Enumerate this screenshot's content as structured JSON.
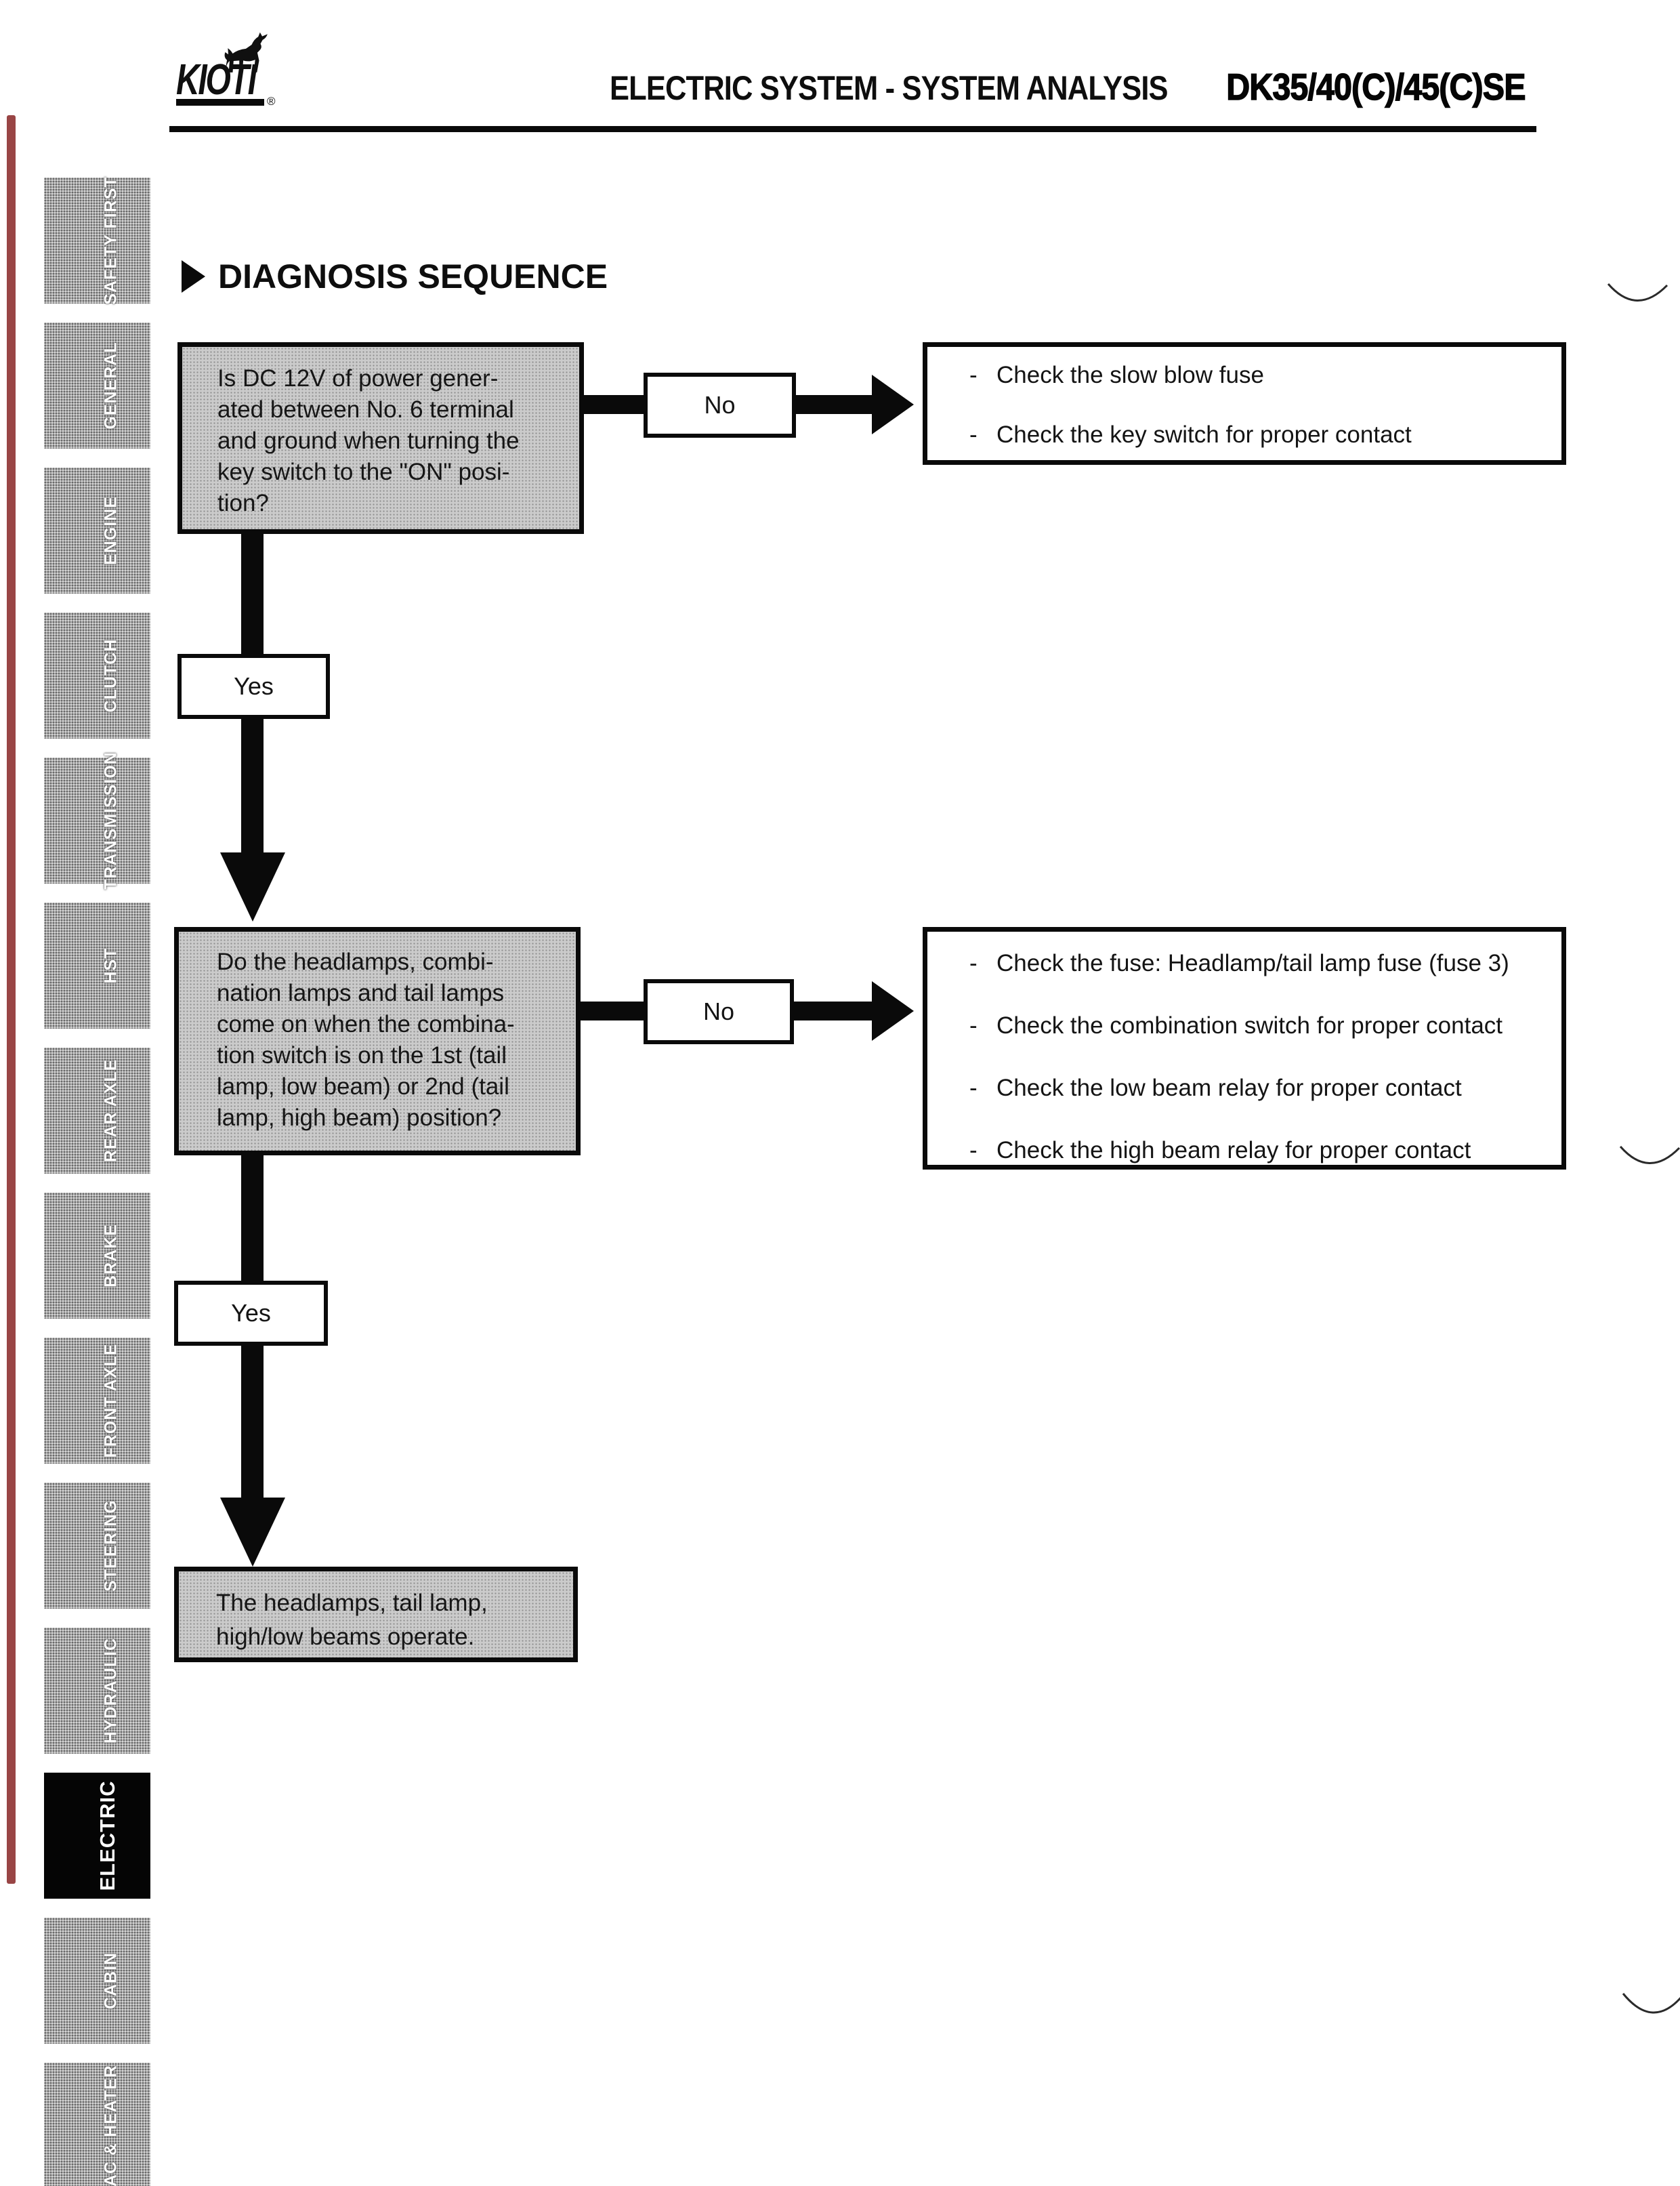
{
  "header": {
    "brand": "KIOTI",
    "brand_reg": "®",
    "section_title": "ELECTRIC SYSTEM - SYSTEM ANALYSIS",
    "model": "DK35/40(C)/45(C)SE"
  },
  "sidebar": {
    "tabs": [
      {
        "label": "SAFETY FIRST",
        "active": false
      },
      {
        "label": "GENERAL",
        "active": false
      },
      {
        "label": "ENGINE",
        "active": false
      },
      {
        "label": "CLUTCH",
        "active": false
      },
      {
        "label": "TRANSMISSION",
        "active": false
      },
      {
        "label": "HST",
        "active": false
      },
      {
        "label": "REAR AXLE",
        "active": false
      },
      {
        "label": "BRAKE",
        "active": false
      },
      {
        "label": "FRONT AXLE",
        "active": false
      },
      {
        "label": "STEERING",
        "active": false
      },
      {
        "label": "HYDRAULIC",
        "active": false
      },
      {
        "label": "ELECTRIC",
        "active": true
      },
      {
        "label": "CABIN",
        "active": false
      },
      {
        "label": "AC & HEATER",
        "active": false
      }
    ]
  },
  "main": {
    "heading": "DIAGNOSIS SEQUENCE",
    "flowchart": {
      "bullet": "-",
      "yes_label": "Yes",
      "no_label": "No",
      "question1": "Is DC 12V of power gener-\nated between No. 6 terminal\nand ground when turning the\nkey switch to the \"ON\" posi-\ntion?",
      "actions1": [
        "Check the slow blow fuse",
        "Check the key switch for proper contact"
      ],
      "question2": "Do the headlamps, combi-\nnation lamps and tail lamps\ncome on when the combina-\ntion switch is on the 1st (tail\nlamp, low beam) or 2nd (tail\nlamp, high beam) position?",
      "actions2": [
        "Check the fuse: Headlamp/tail lamp fuse (fuse 3)",
        "Check the combination switch for proper contact",
        "Check the low beam relay for proper contact",
        "Check the high beam relay for proper contact"
      ],
      "result": "The headlamps, tail lamp,\nhigh/low beams operate."
    }
  },
  "colors": {
    "tab_active_bg": "#050505",
    "tab_gray": "#a9a9a9",
    "flow_box_gray": "#cbcbcb",
    "binding_edge_red": "#8b2b2b",
    "ink": "#0a0a0a"
  }
}
